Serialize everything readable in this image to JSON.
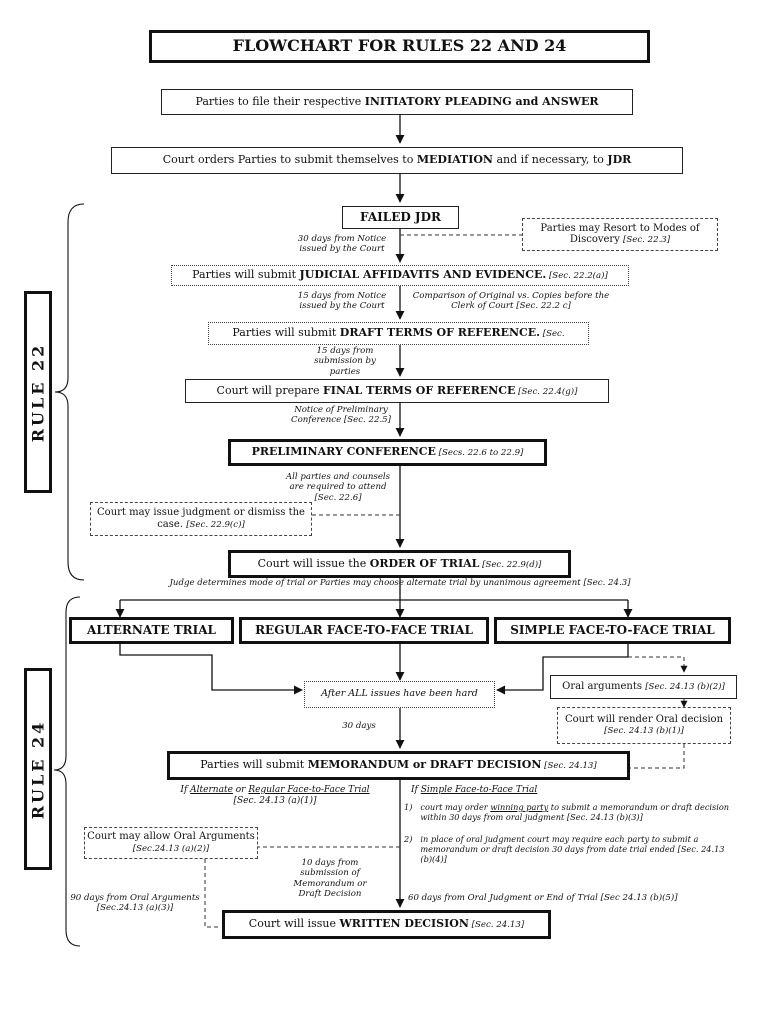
{
  "title": "FLOWCHART FOR RULES 22 AND 24",
  "rule22": "RULE 22",
  "rule24": "RULE 24",
  "step1": {
    "pre": "Parties to file their respective ",
    "bold": "INITIATORY PLEADING and ANSWER"
  },
  "step2": {
    "pre": "Court orders Parties to submit themselves to ",
    "b1": "MEDIATION",
    "mid": " and if necessary, to ",
    "b2": "JDR"
  },
  "failed_jdr": "FAILED JDR",
  "discovery": {
    "text": "Parties may Resort to Modes of Discovery ",
    "ref": "[Sec. 22.3]"
  },
  "note_30days": "30 days from Notice issued by the Court",
  "affidavits": {
    "pre": "Parties will submit ",
    "bold": "JUDICIAL AFFIDAVITS AND EVIDENCE.",
    "ref": " [Sec. 22.2(a)]"
  },
  "note_15days_notice": "15 days from Notice issued by the Court",
  "comparison": "Comparison of Original vs. Copies before the Clerk of Court [Sec. 22.2 c]",
  "draft_tor": {
    "pre": "Parties will submit ",
    "bold": "DRAFT TERMS OF REFERENCE.",
    "ref": " [Sec."
  },
  "note_15days_sub": "15 days from submission by parties",
  "final_tor": {
    "pre": "Court will prepare ",
    "bold": "FINAL TERMS OF REFERENCE",
    "ref": " [Sec. 22.4(g)]"
  },
  "note_prelim_notice": "Notice of Preliminary Conference [Sec. 22.5]",
  "prelim": {
    "bold": "PRELIMINARY CONFERENCE",
    "ref": " [Secs. 22.6 to 22.9]"
  },
  "note_all_parties": "All parties and counsels are required to attend [Sec. 22.6]",
  "judgment_dismiss": {
    "text": "Court may issue judgment or dismiss the case. ",
    "ref": "[Sec. 22.9(c)]"
  },
  "order_trial": {
    "pre": "Court will issue the ",
    "bold": "ORDER OF TRIAL",
    "ref": " [Sec. 22.9(d)]"
  },
  "note_mode": "Judge determines mode of trial or Parties may choose alternate trial by unanimous agreement [Sec. 24.3]",
  "alt_trial": "ALTERNATE TRIAL",
  "regular_trial": "REGULAR FACE-TO-FACE TRIAL",
  "simple_trial": "SIMPLE FACE-TO-FACE TRIAL",
  "after_all": "After ALL issues have been hard",
  "oral_args": {
    "text": "Oral arguments ",
    "ref": "[Sec. 24.13 (b)(2)]"
  },
  "render_oral": {
    "text": "Court will render Oral decision ",
    "ref": "[Sec. 24.13 (b)(1)]"
  },
  "note_30days_b": "30 days",
  "memorandum": {
    "pre": "Parties will submit ",
    "bold": "MEMORANDUM or DRAFT DECISION",
    "ref": " [Sec. 24.13]"
  },
  "if_alt": {
    "pre": "If ",
    "u1": "Alternate",
    "mid": " or ",
    "u2": "Regular Face-to-Face Trial",
    "ref": "[Sec. 24.13 (a)(1)]"
  },
  "if_simple": {
    "pre": "If ",
    "u": "Simple Face-to-Face Trial"
  },
  "simple_opt1": {
    "num": "1)",
    "pre": "court may order ",
    "u": "winning party",
    "post": " to submit a memorandum or draft decision within 30 days from oral judgment [Sec. 24.13 (b)(3)]"
  },
  "simple_opt2": {
    "num": "2)",
    "text": "in place of oral judgment court may require each party to submit a memorandum or draft decision 30 days from date trial ended [Sec. 24.13 (b)(4)]"
  },
  "may_allow_oral": {
    "text": "Court may allow Oral Arguments ",
    "ref": "[Sec.24.13 (a)(2)]"
  },
  "note_10days": "10 days from submission of Memorandum or Draft Decision",
  "note_90days": "90 days from Oral Arguments [Sec.24.13 (a)(3)]",
  "note_60days": "60 days from Oral Judgment or End of Trial [Sec 24.13 (b)(5)]",
  "written": {
    "pre": "Court will issue ",
    "bold": "WRITTEN DECISION",
    "ref": " [Sec. 24.13]"
  }
}
